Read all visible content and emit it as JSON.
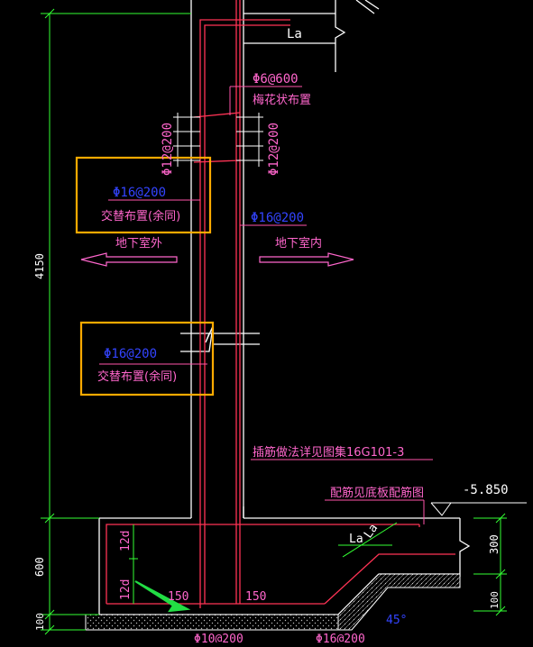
{
  "drawing": {
    "background": "#000000",
    "colors": {
      "wall": "#ffffff",
      "rebar": "#ff3355",
      "leader": "#ff55aa",
      "rebar_spec": "#3344ff",
      "note": "#ff66cc",
      "dimension": "#33ff33",
      "highlight_box": "#ffaa00",
      "pointer_arrow": "#22dd44"
    },
    "labels": {
      "la_top": "La",
      "tie_spec": "Φ6@600",
      "tie_note": "梅花状布置",
      "vert_left_spec": "Φ12@200",
      "vert_right_spec": "Φ12@200",
      "box1_spec": "Φ16@200",
      "box1_note": "交替布置(余同)",
      "inner_spec": "Φ16@200",
      "outside_label": "地下室外",
      "inside_label": "地下室内",
      "box2_spec": "Φ16@200",
      "box2_note": "交替布置(余同)",
      "anchor_note": "插筋做法详见图集16G101-3",
      "slab_note": "配筋见底板配筋图",
      "elevation": "-5.850",
      "la_lower_left": "La",
      "la_lower_right": "La",
      "len_12d_upper": "12d",
      "len_12d_lower": "12d",
      "cover_left": "150",
      "cover_right": "150",
      "angle": "45°",
      "bottom_spec_left": "Φ10@200",
      "bottom_spec_right": "Φ16@200"
    },
    "dimensions": {
      "wall_height": "4150",
      "footing_depth": "600",
      "cushion": "100",
      "slab_300": "300",
      "slab_100": "100"
    }
  }
}
